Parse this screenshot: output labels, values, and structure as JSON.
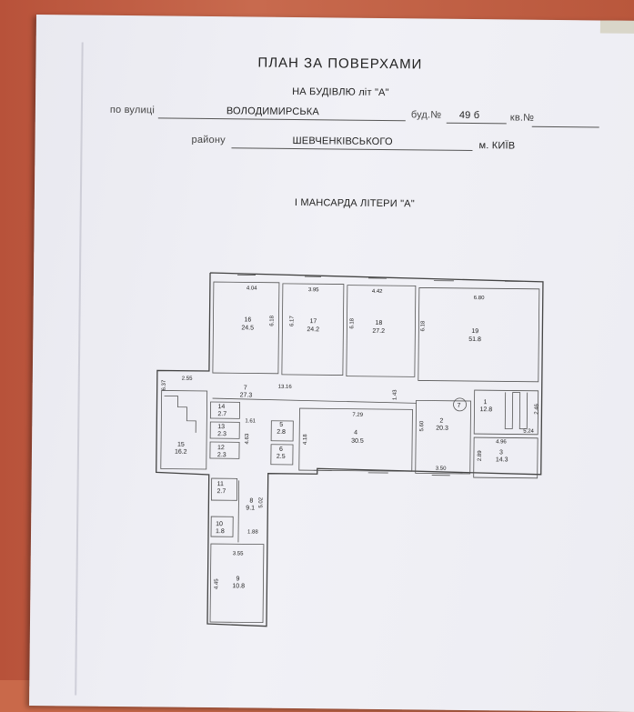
{
  "header": {
    "title": "ПЛАН ЗА ПОВЕРХАМИ",
    "subtitle": "НА БУДІВЛЮ літ \"А\"",
    "street_label": "по вулиці",
    "street_value": "ВОЛОДИМИРСЬКА",
    "building_label": "буд.№",
    "building_value": "49 б",
    "apt_label": "кв.№",
    "district_label": "району",
    "district_value": "ШЕВЧЕНКІВСЬКОГО",
    "city_label": "м. КИЇВ",
    "floor_title": "І МАНСАРДА ЛІТЕРИ \"А\""
  },
  "rooms": [
    {
      "id": "16",
      "num": "16",
      "area": "24.5"
    },
    {
      "id": "17",
      "num": "17",
      "area": "24.2"
    },
    {
      "id": "18",
      "num": "18",
      "area": "27.2"
    },
    {
      "id": "19",
      "num": "19",
      "area": "51.8"
    },
    {
      "id": "7",
      "num": "7",
      "area": "27.3"
    },
    {
      "id": "14",
      "num": "14",
      "area": "2.7"
    },
    {
      "id": "13",
      "num": "13",
      "area": "2.3"
    },
    {
      "id": "12",
      "num": "12",
      "area": "2.3"
    },
    {
      "id": "15",
      "num": "15",
      "area": "16.2"
    },
    {
      "id": "5",
      "num": "5",
      "area": "2.8"
    },
    {
      "id": "6",
      "num": "6",
      "area": "2.5"
    },
    {
      "id": "4",
      "num": "4",
      "area": "30.5"
    },
    {
      "id": "2",
      "num": "2",
      "area": "20.3"
    },
    {
      "id": "1",
      "num": "1",
      "area": "12.8"
    },
    {
      "id": "3",
      "num": "3",
      "area": "14.3"
    },
    {
      "id": "11",
      "num": "11",
      "area": "2.7"
    },
    {
      "id": "8",
      "num": "8",
      "area": "9.1"
    },
    {
      "id": "10",
      "num": "10",
      "area": "1.8"
    },
    {
      "id": "9",
      "num": "9",
      "area": "10.8"
    }
  ],
  "dimensions": {
    "d16w": "4.04",
    "d17w": "3.95",
    "d18w": "4.42",
    "d19w": "6.80",
    "d16h": "6.18",
    "d17h": "6.17",
    "d18h": "6.18",
    "d19h": "6.18",
    "d255": "2.55",
    "d637": "6.37",
    "d1316": "13.16",
    "d143": "1.43",
    "d729": "7.29",
    "d161": "1.61",
    "d463": "4.63",
    "d418": "4.18",
    "d560": "5.60",
    "d350": "3.50",
    "d496": "4.96",
    "d524": "5.24",
    "d246": "2.46",
    "d289": "2.89",
    "d502": "5.02",
    "d188": "1.88",
    "d355": "3.55",
    "d445": "4.45"
  },
  "stair_marker": "7"
}
